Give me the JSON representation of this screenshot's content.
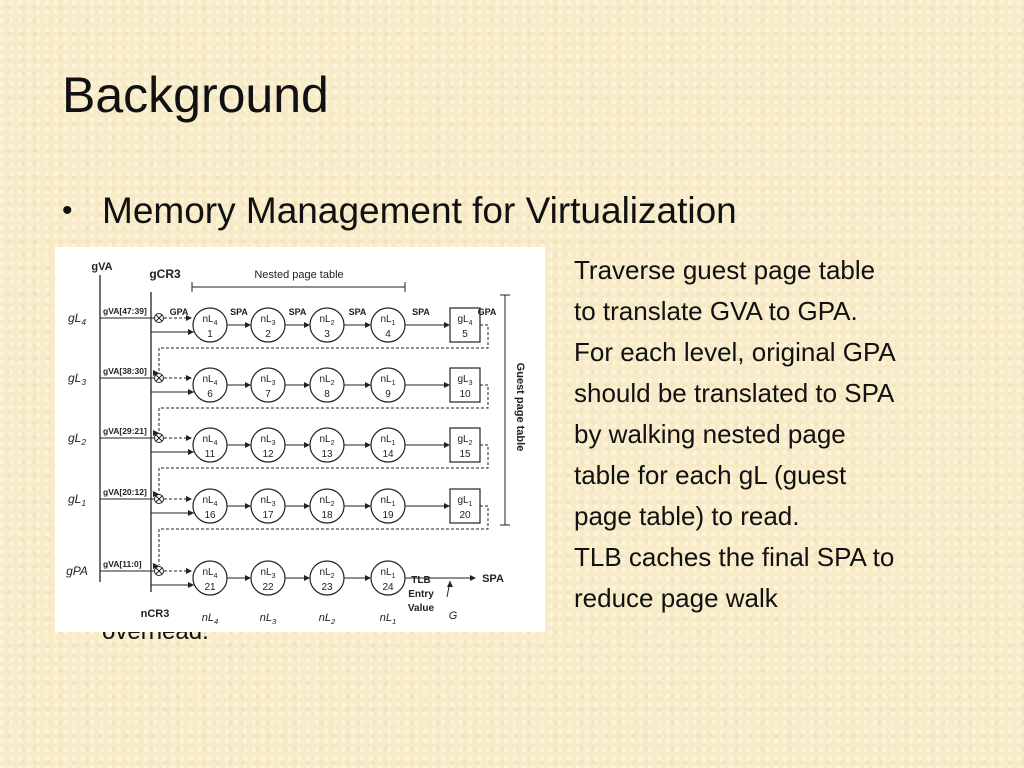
{
  "slide": {
    "title": "Background",
    "bullet": "Memory Management for Virtualization",
    "overhang_text": "overhead.",
    "description_lines": [
      "Traverse guest page table",
      "to translate GVA to GPA.",
      "For each level, original GPA",
      "should be translated to SPA",
      "by walking nested page",
      "table for each gL (guest",
      "page table) to read.",
      "TLB caches the final SPA to",
      "reduce page walk"
    ]
  },
  "diagram": {
    "gva": "gVA",
    "gcr3": "gCR3",
    "ncr3": "nCR3",
    "nested_table_label": "Nested page table",
    "guest_table_label": "Guest page table",
    "gpa": "GPA",
    "spa": "SPA",
    "tlb": [
      "TLB",
      "Entry",
      "Value"
    ],
    "g_bottom": "G",
    "row_labels": [
      {
        "base": "gL",
        "sub": "4"
      },
      {
        "base": "gL",
        "sub": "3"
      },
      {
        "base": "gL",
        "sub": "2"
      },
      {
        "base": "gL",
        "sub": "1"
      },
      {
        "base": "gPA",
        "sub": ""
      }
    ],
    "bit_ranges": [
      "gVA[47:39]",
      "gVA[38:30]",
      "gVA[29:21]",
      "gVA[20:12]",
      "gVA[11:0]"
    ],
    "col_labels": [
      {
        "base": "nL",
        "sub": "4"
      },
      {
        "base": "nL",
        "sub": "3"
      },
      {
        "base": "nL",
        "sub": "2"
      },
      {
        "base": "nL",
        "sub": "1"
      }
    ],
    "node_numbers": [
      [
        1,
        2,
        3,
        4
      ],
      [
        6,
        7,
        8,
        9
      ],
      [
        11,
        12,
        13,
        14
      ],
      [
        16,
        17,
        18,
        19
      ],
      [
        21,
        22,
        23,
        24
      ]
    ],
    "guest_boxes": [
      {
        "base": "gL",
        "sub": "4",
        "num": 5
      },
      {
        "base": "gL",
        "sub": "3",
        "num": 10
      },
      {
        "base": "gL",
        "sub": "2",
        "num": 15
      },
      {
        "base": "gL",
        "sub": "1",
        "num": 20
      }
    ]
  }
}
